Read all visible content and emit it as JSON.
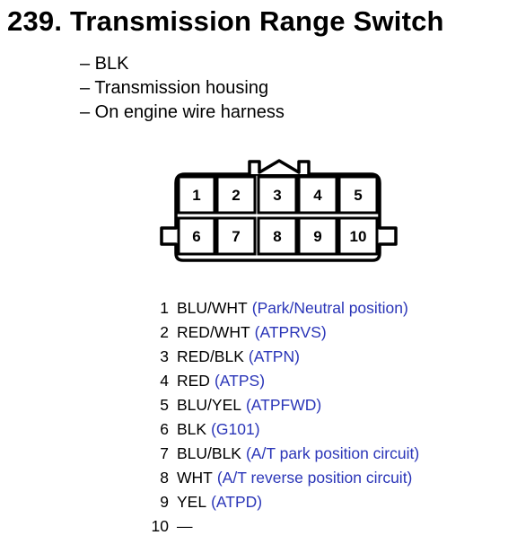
{
  "title": "239. Transmission Range Switch",
  "notes": [
    "– BLK",
    "– Transmission housing",
    "– On engine wire harness"
  ],
  "connector": {
    "top_row": [
      "1",
      "2",
      "3",
      "4",
      "5"
    ],
    "bottom_row": [
      "6",
      "7",
      "8",
      "9",
      "10"
    ]
  },
  "pins": [
    {
      "num": "1",
      "color": "BLU/WHT",
      "desc": "(Park/Neutral position)"
    },
    {
      "num": "2",
      "color": "RED/WHT",
      "desc": "(ATPRVS)"
    },
    {
      "num": "3",
      "color": "RED/BLK",
      "desc": "(ATPN)"
    },
    {
      "num": "4",
      "color": "RED",
      "desc": "(ATPS)"
    },
    {
      "num": "5",
      "color": "BLU/YEL",
      "desc": "(ATPFWD)"
    },
    {
      "num": "6",
      "color": "BLK",
      "desc": "(G101)"
    },
    {
      "num": "7",
      "color": "BLU/BLK",
      "desc": "(A/T park position circuit)"
    },
    {
      "num": "8",
      "color": "WHT",
      "desc": "(A/T reverse position circuit)"
    },
    {
      "num": "9",
      "color": "YEL",
      "desc": "(ATPD)"
    },
    {
      "num": "10",
      "color": "—",
      "desc": ""
    }
  ],
  "colors": {
    "description_text": "#2a35b8",
    "text": "#000000"
  }
}
